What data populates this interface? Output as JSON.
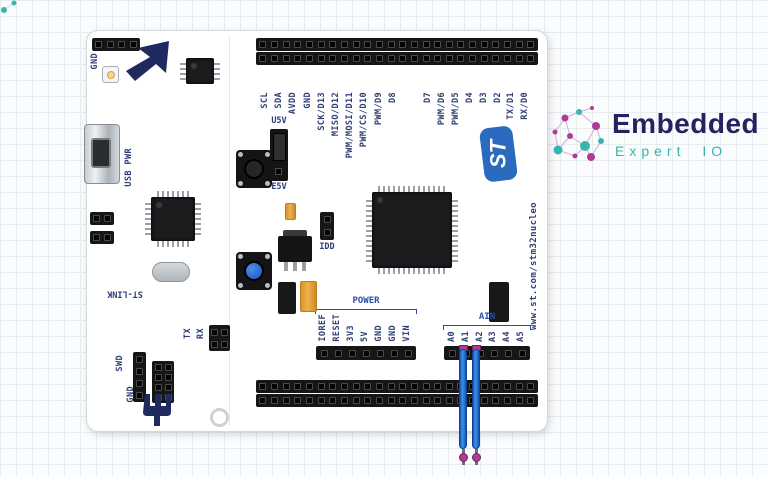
{
  "board": {
    "stlink": {
      "gnd_top": "GND",
      "usb_pwr": "USB PWR",
      "title": "ST-LINK",
      "tx": "TX",
      "rx": "RX",
      "swd": "SWD",
      "gnd_bottom": "GND"
    },
    "labels": {
      "digital_left": [
        "SCL",
        "SDA",
        "AVDD",
        "GND",
        "SCK/D13",
        "MISO/D12",
        "PWM/MOSI/D11",
        "PWM/CS/D10",
        "PWM/D9",
        "D8"
      ],
      "digital_right": [
        "D7",
        "PWM/D6",
        "PWM/D5",
        "D4",
        "D3",
        "D2"
      ],
      "serial": [
        "TX/D1",
        "RX/D0"
      ],
      "power_title": "POWER",
      "power": [
        "IOREF",
        "RESET",
        "3V3",
        "5V",
        "GND",
        "GND",
        "VIN"
      ],
      "ain_title": "AIN",
      "ain": [
        "A0",
        "A1",
        "A2",
        "A3",
        "A4",
        "A5"
      ],
      "u5v": "U5V",
      "e5v": "E5V",
      "idd": "IDD",
      "st_logo": "ST",
      "url": "www.st.com/stm32nucleo"
    }
  },
  "wires": {
    "color_hex": "#1d6fd6",
    "tip_color_hex": "#b23a97",
    "connected_pins": [
      "A1",
      "A2"
    ]
  },
  "logo": {
    "title": "Embedded",
    "subtitle": "Expert IO",
    "title_color_hex": "#24235f",
    "subtitle_color_hex": "#36b5b0"
  }
}
